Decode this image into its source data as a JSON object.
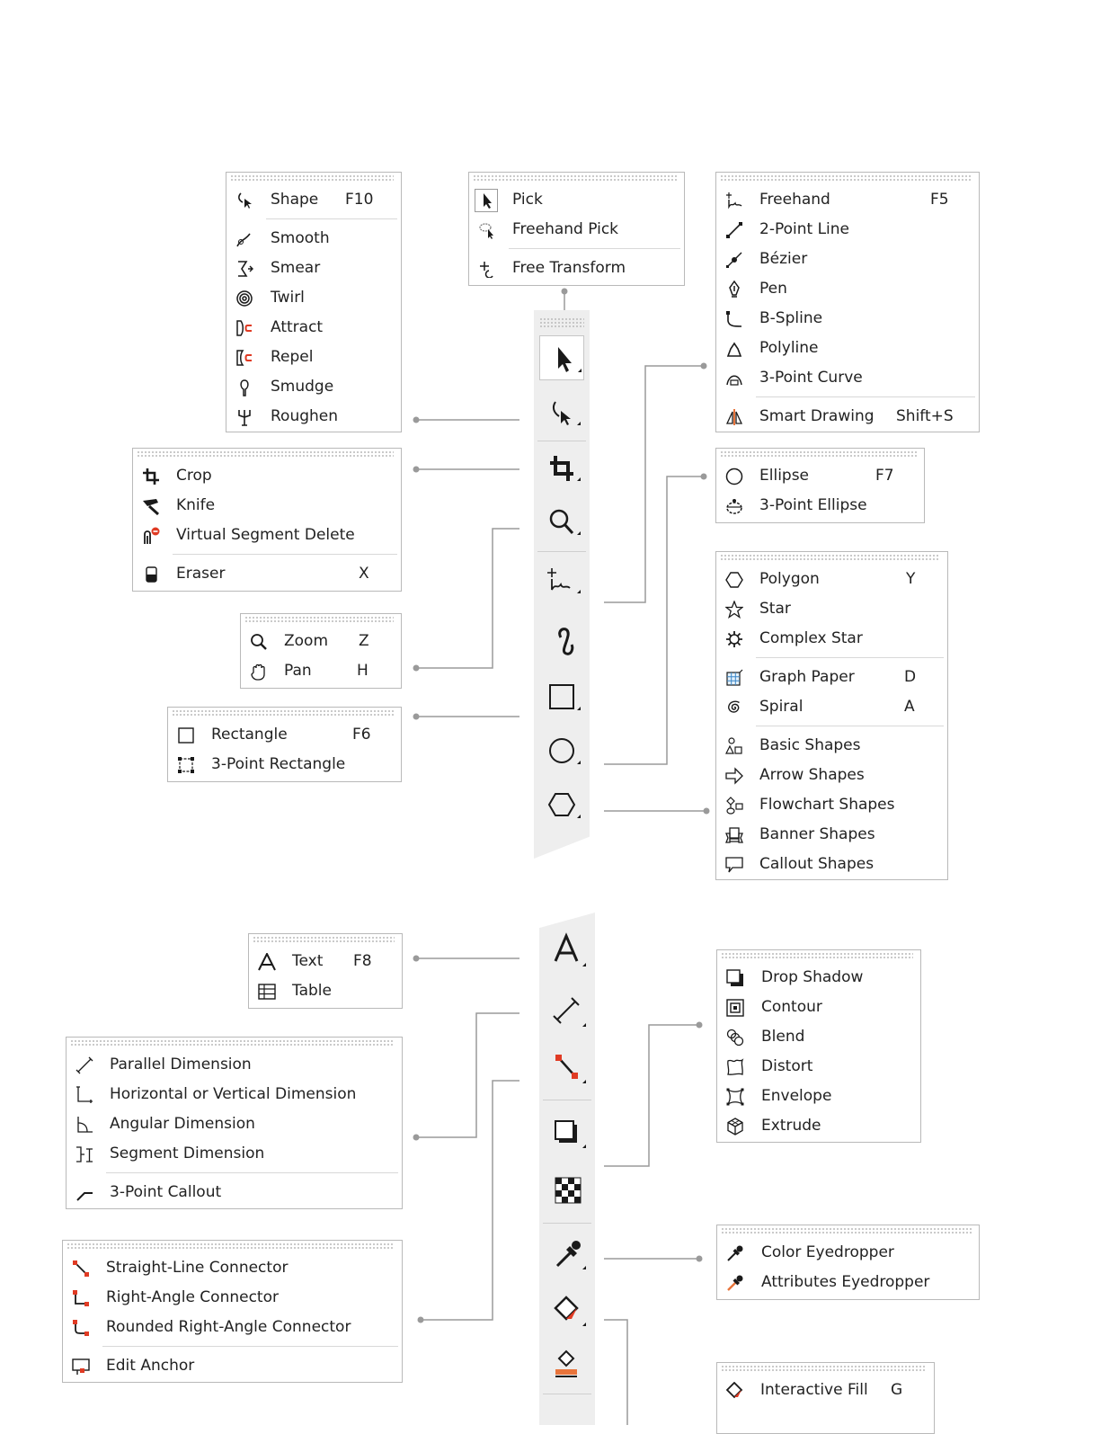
{
  "shape_flyout": {
    "items": [
      {
        "label": "Shape",
        "shortcut": "F10",
        "icon": "shape-tool-icon"
      },
      {
        "label": "Smooth",
        "icon": "smooth-icon"
      },
      {
        "label": "Smear",
        "icon": "smear-icon"
      },
      {
        "label": "Twirl",
        "icon": "twirl-icon"
      },
      {
        "label": "Attract",
        "icon": "attract-icon"
      },
      {
        "label": "Repel",
        "icon": "repel-icon"
      },
      {
        "label": "Smudge",
        "icon": "smudge-icon"
      },
      {
        "label": "Roughen",
        "icon": "roughen-icon"
      }
    ]
  },
  "pick_flyout": {
    "items": [
      {
        "label": "Pick",
        "icon": "pick-arrow-icon"
      },
      {
        "label": "Freehand Pick",
        "icon": "freehand-pick-icon"
      },
      {
        "label": "Free Transform",
        "icon": "free-transform-icon"
      }
    ]
  },
  "freehand_flyout": {
    "items": [
      {
        "label": "Freehand",
        "shortcut": "F5",
        "icon": "freehand-icon"
      },
      {
        "label": "2-Point Line",
        "icon": "two-point-line-icon"
      },
      {
        "label": "Bézier",
        "icon": "bezier-icon"
      },
      {
        "label": "Pen",
        "icon": "pen-icon"
      },
      {
        "label": "B-Spline",
        "icon": "b-spline-icon"
      },
      {
        "label": "Polyline",
        "icon": "polyline-icon"
      },
      {
        "label": "3-Point Curve",
        "icon": "three-point-curve-icon"
      },
      {
        "label": "Smart Drawing",
        "shortcut": "Shift+S",
        "icon": "smart-drawing-icon"
      }
    ]
  },
  "crop_flyout": {
    "items": [
      {
        "label": "Crop",
        "icon": "crop-icon"
      },
      {
        "label": "Knife",
        "icon": "knife-icon"
      },
      {
        "label": "Virtual Segment Delete",
        "icon": "virtual-segment-delete-icon"
      },
      {
        "label": "Eraser",
        "shortcut": "X",
        "icon": "eraser-icon"
      }
    ]
  },
  "ellipse_flyout": {
    "items": [
      {
        "label": "Ellipse",
        "shortcut": "F7",
        "icon": "ellipse-icon"
      },
      {
        "label": "3-Point Ellipse",
        "icon": "three-point-ellipse-icon"
      }
    ]
  },
  "zoom_flyout": {
    "items": [
      {
        "label": "Zoom",
        "shortcut": "Z",
        "icon": "zoom-icon"
      },
      {
        "label": "Pan",
        "shortcut": "H",
        "icon": "pan-hand-icon"
      }
    ]
  },
  "rectangle_flyout": {
    "items": [
      {
        "label": "Rectangle",
        "shortcut": "F6",
        "icon": "rectangle-icon"
      },
      {
        "label": "3-Point Rectangle",
        "icon": "three-point-rectangle-icon"
      }
    ]
  },
  "polygon_flyout": {
    "items": [
      {
        "label": "Polygon",
        "shortcut": "Y",
        "icon": "polygon-icon"
      },
      {
        "label": "Star",
        "icon": "star-icon"
      },
      {
        "label": "Complex Star",
        "icon": "complex-star-icon"
      },
      {
        "label": "Graph Paper",
        "shortcut": "D",
        "icon": "graph-paper-icon"
      },
      {
        "label": "Spiral",
        "shortcut": "A",
        "icon": "spiral-icon"
      },
      {
        "label": "Basic Shapes",
        "icon": "basic-shapes-icon"
      },
      {
        "label": "Arrow Shapes",
        "icon": "arrow-shapes-icon"
      },
      {
        "label": "Flowchart Shapes",
        "icon": "flowchart-shapes-icon"
      },
      {
        "label": "Banner Shapes",
        "icon": "banner-shapes-icon"
      },
      {
        "label": "Callout Shapes",
        "icon": "callout-shapes-icon"
      }
    ]
  },
  "text_flyout": {
    "items": [
      {
        "label": "Text",
        "shortcut": "F8",
        "icon": "text-icon"
      },
      {
        "label": "Table",
        "icon": "table-icon"
      }
    ]
  },
  "effects_flyout": {
    "items": [
      {
        "label": "Drop Shadow",
        "icon": "drop-shadow-icon"
      },
      {
        "label": "Contour",
        "icon": "contour-icon"
      },
      {
        "label": "Blend",
        "icon": "blend-icon"
      },
      {
        "label": "Distort",
        "icon": "distort-icon"
      },
      {
        "label": "Envelope",
        "icon": "envelope-icon"
      },
      {
        "label": "Extrude",
        "icon": "extrude-icon"
      }
    ]
  },
  "dimension_flyout": {
    "items": [
      {
        "label": "Parallel Dimension",
        "icon": "parallel-dimension-icon"
      },
      {
        "label": "Horizontal or Vertical Dimension",
        "icon": "horizontal-vertical-dimension-icon"
      },
      {
        "label": "Angular Dimension",
        "icon": "angular-dimension-icon"
      },
      {
        "label": "Segment Dimension",
        "icon": "segment-dimension-icon"
      },
      {
        "label": "3-Point Callout",
        "icon": "three-point-callout-icon"
      }
    ]
  },
  "connector_flyout": {
    "items": [
      {
        "label": "Straight-Line Connector",
        "icon": "straight-line-connector-icon"
      },
      {
        "label": "Right-Angle Connector",
        "icon": "right-angle-connector-icon"
      },
      {
        "label": "Rounded Right-Angle Connector",
        "icon": "rounded-right-angle-connector-icon"
      },
      {
        "label": "Edit Anchor",
        "icon": "edit-anchor-icon"
      }
    ]
  },
  "eyedropper_flyout": {
    "items": [
      {
        "label": "Color Eyedropper",
        "icon": "color-eyedropper-icon"
      },
      {
        "label": "Attributes Eyedropper",
        "icon": "attributes-eyedropper-icon"
      }
    ]
  },
  "fill_flyout": {
    "items": [
      {
        "label": "Interactive Fill",
        "shortcut": "G",
        "icon": "interactive-fill-icon"
      }
    ]
  },
  "colors": {
    "accent_red": "#e03b24",
    "icon_dark": "#1a1a1a",
    "connector_line": "#9a9a9a",
    "panel_border": "#b9b9b9",
    "toolbar_bg": "#eeeeee"
  }
}
